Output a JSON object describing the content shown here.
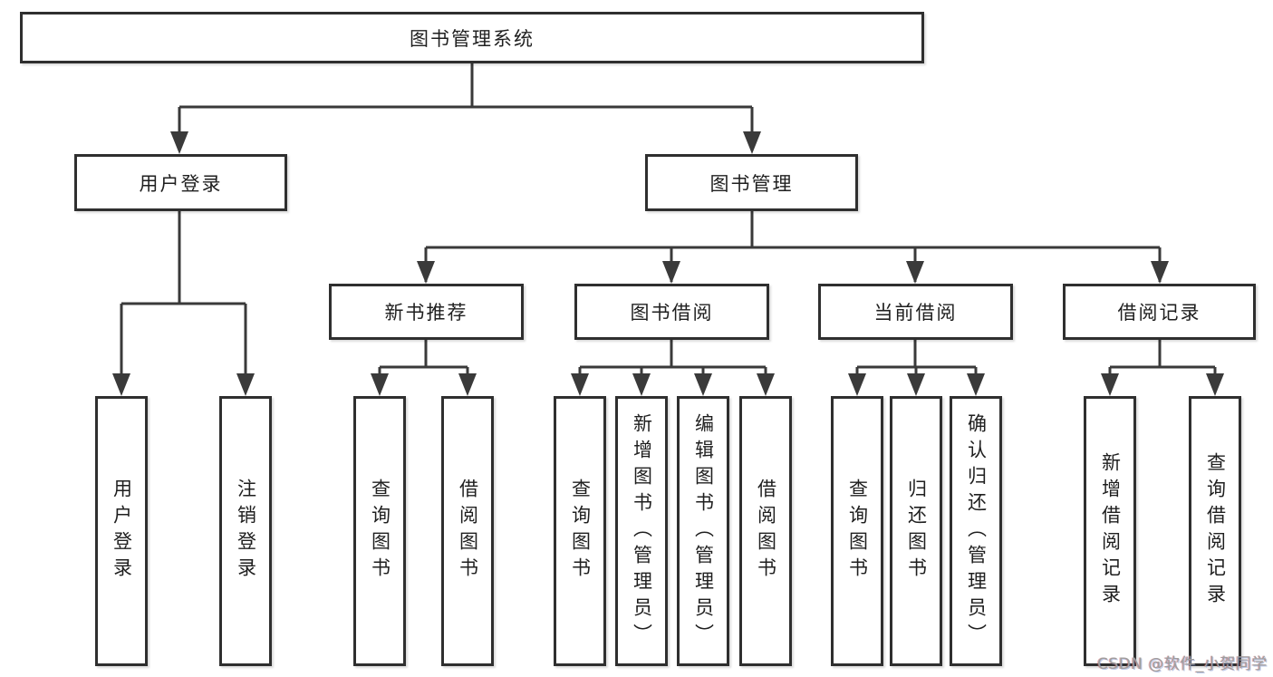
{
  "title": "图书管理系统",
  "branches": [
    {
      "label": "用户登录",
      "children": [
        "用户登录",
        "注销登录"
      ]
    },
    {
      "label": "图书管理",
      "sections": [
        {
          "label": "新书推荐",
          "children": [
            "查询图书",
            "借阅图书"
          ]
        },
        {
          "label": "图书借阅",
          "children": [
            "查询图书",
            "新增图书（管理员）",
            "编辑图书（管理员）",
            "借阅图书"
          ]
        },
        {
          "label": "当前借阅",
          "children": [
            "查询图书",
            "归还图书",
            "确认归还（管理员）"
          ]
        },
        {
          "label": "借阅记录",
          "children": [
            "新增借阅记录",
            "查询借阅记录"
          ]
        }
      ]
    }
  ],
  "watermark": "CSDN @软件_小贺同学",
  "colors": {
    "line": "#3a3a3a",
    "box_border": "#2f2f2f",
    "box_fill": "#ffffff",
    "text": "#1f1f1f",
    "watermark": "#9e9e9e"
  }
}
